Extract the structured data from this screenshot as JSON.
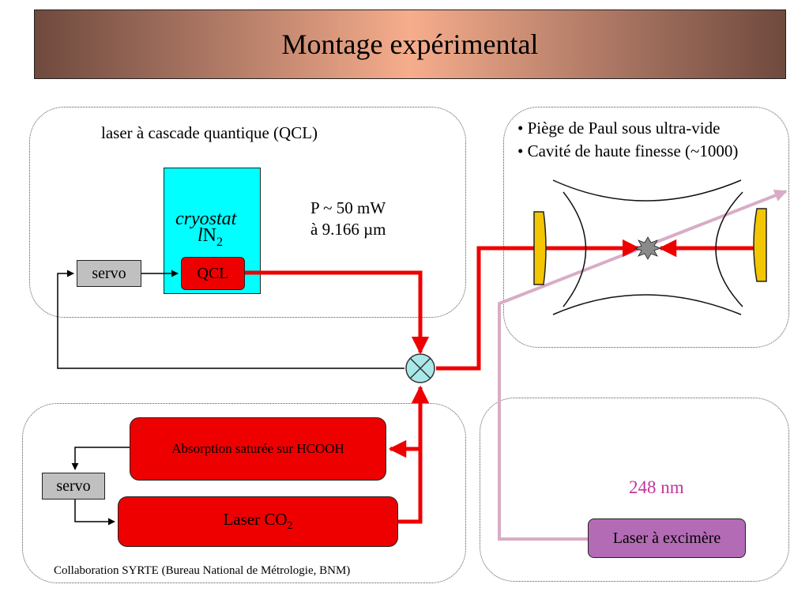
{
  "title": "Montage expérimental",
  "qcl_panel": {
    "heading": "laser à cascade quantique (QCL)",
    "cryostat_label": "cryostat",
    "ln2_prefix": "l",
    "ln2_main": "N",
    "ln2_sub": "2",
    "qcl_label": "QCL",
    "servo_label": "servo",
    "power": "P ~ 50 mW",
    "wavelength": "à 9.166 µm"
  },
  "trap_panel": {
    "bullet1": "• Piège de Paul sous ultra-vide",
    "bullet2": "• Cavité de haute finesse (~1000)"
  },
  "co2_panel": {
    "absorption_label": "Absorption saturée sur HCOOH",
    "servo_label": "servo",
    "laser_label": "Laser CO",
    "laser_sub": "2",
    "collaboration": "Collaboration SYRTE (Bureau National de Métrologie, BNM)"
  },
  "excimer_panel": {
    "wavelength": "248 nm",
    "laser_label": "Laser à excimère"
  },
  "colors": {
    "beam_red": "#ee0000",
    "cryostat_cyan": "#00ffff",
    "excimer_purple": "#b36bb5",
    "uv_beam": "#d8acc6",
    "wavelength_text": "#c2369c",
    "mirror_gold": "#f2c600"
  }
}
